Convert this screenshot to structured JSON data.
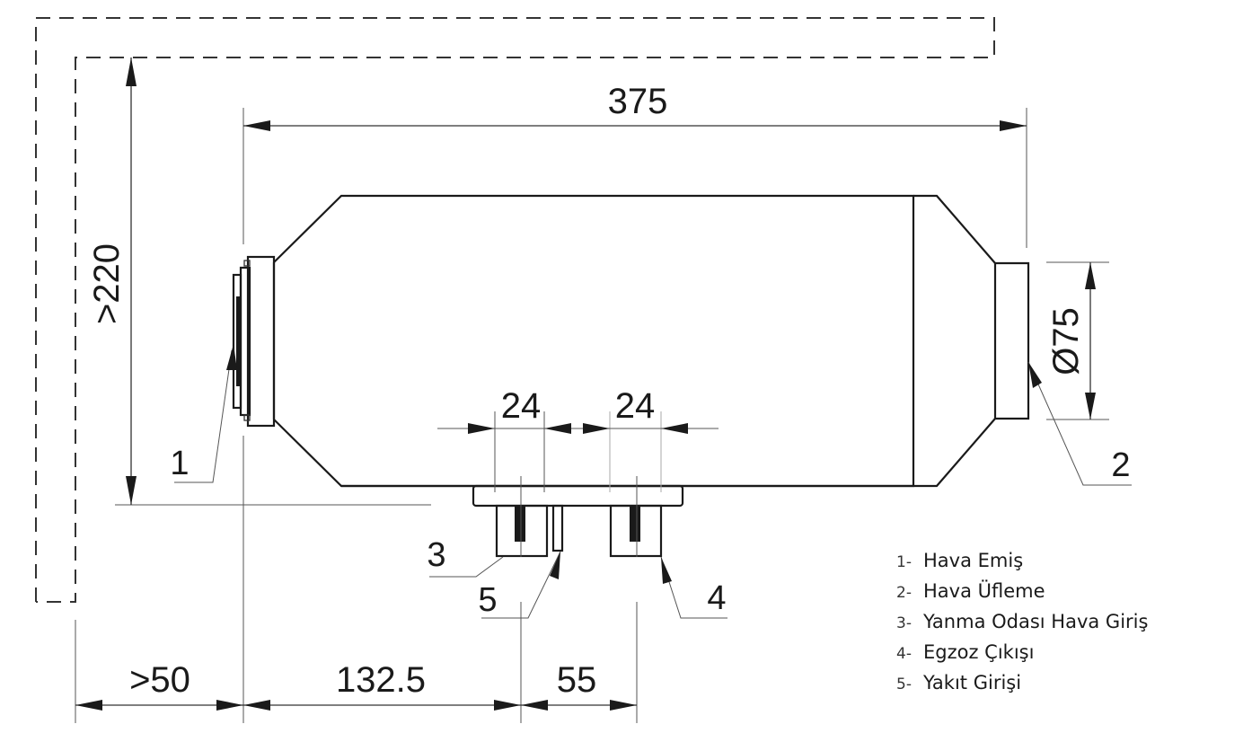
{
  "dimensions": {
    "overall_length": "375",
    "min_clearance_top": ">220",
    "outlet_diameter": "Ø75",
    "port_width_left": "24",
    "port_width_right": "24",
    "min_clearance_left": ">50",
    "inlet_to_port3": "132.5",
    "port3_to_port4": "55"
  },
  "callouts": {
    "c1": "1",
    "c2": "2",
    "c3": "3",
    "c4": "4",
    "c5": "5"
  },
  "legend": {
    "items": [
      {
        "num": "1-",
        "label": "Hava Emiş"
      },
      {
        "num": "2-",
        "label": "Hava Üfleme"
      },
      {
        "num": "3-",
        "label": "Yanma Odası Hava Giriş"
      },
      {
        "num": "4-",
        "label": "Egzoz Çıkışı"
      },
      {
        "num": "5-",
        "label": "Yakıt Girişi"
      }
    ]
  },
  "colors": {
    "line": "#1a1a1a",
    "background": "#ffffff"
  }
}
